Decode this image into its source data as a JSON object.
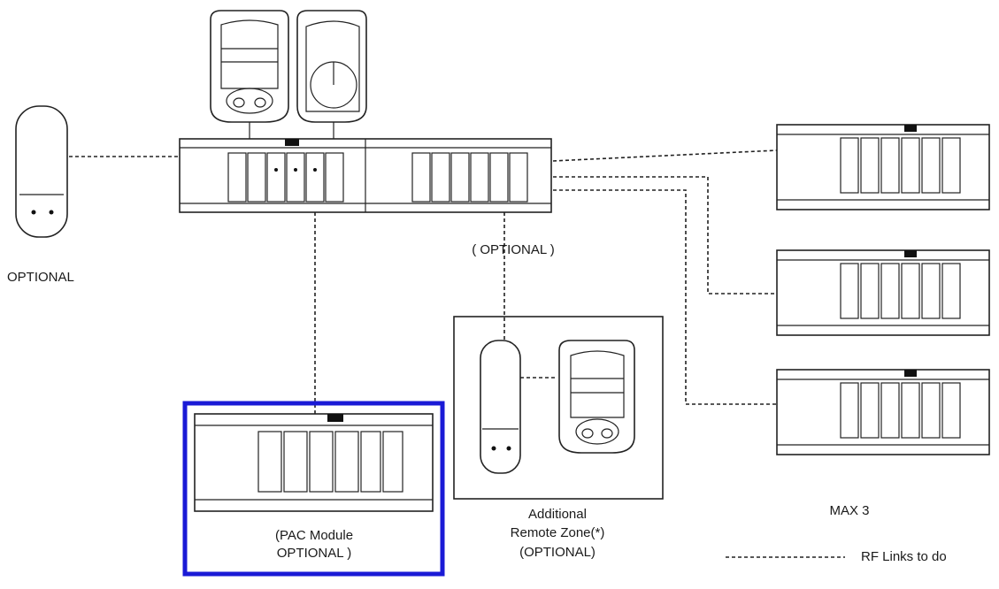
{
  "labels": {
    "optional_left": "OPTIONAL",
    "optional_center": "( OPTIONAL )",
    "pac_line1": "(PAC Module",
    "pac_line2": "OPTIONAL )",
    "zone_line1": "Additional",
    "zone_line2": "Remote Zone(*)",
    "zone_line3": "(OPTIONAL)",
    "max3": "MAX 3",
    "legend": "RF Links to do"
  },
  "colors": {
    "outline": "#222222",
    "highlight": "#1a1ad6",
    "background": "#ffffff"
  },
  "icons": [
    "thermostat-icon",
    "dial-thermostat-icon",
    "sensor-icon",
    "controller-module-icon"
  ]
}
